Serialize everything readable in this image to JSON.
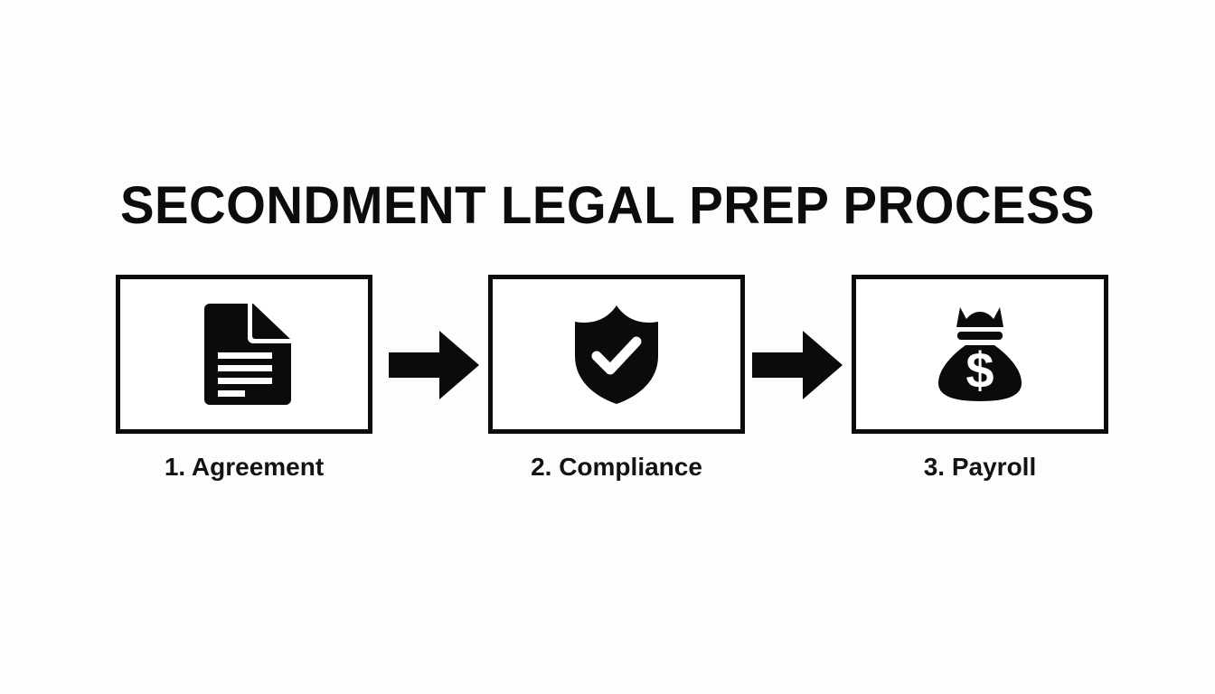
{
  "page": {
    "background_color": "#fdfdfd",
    "ink_color": "#0b0b0b",
    "title": "SECONDMENT LEGAL PREP PROCESS"
  },
  "diagram": {
    "type": "process-flow",
    "orientation": "horizontal",
    "step_count": 3,
    "connector_icon_name": "right-arrow-icon",
    "steps": [
      {
        "index": "1",
        "label": "1. Agreement",
        "icon_name": "document-icon",
        "icon_description": "document page with folded corner and text lines"
      },
      {
        "index": "2",
        "label": "2. Compliance",
        "icon_name": "shield-check-icon",
        "icon_description": "shield with checkmark"
      },
      {
        "index": "3",
        "label": "3. Payroll",
        "icon_name": "money-bag-icon",
        "icon_description": "money bag with dollar sign"
      }
    ],
    "connectors": [
      {
        "from": "1. Agreement",
        "to": "2. Compliance",
        "label": ""
      },
      {
        "from": "2. Compliance",
        "to": "3. Payroll",
        "label": ""
      }
    ]
  }
}
